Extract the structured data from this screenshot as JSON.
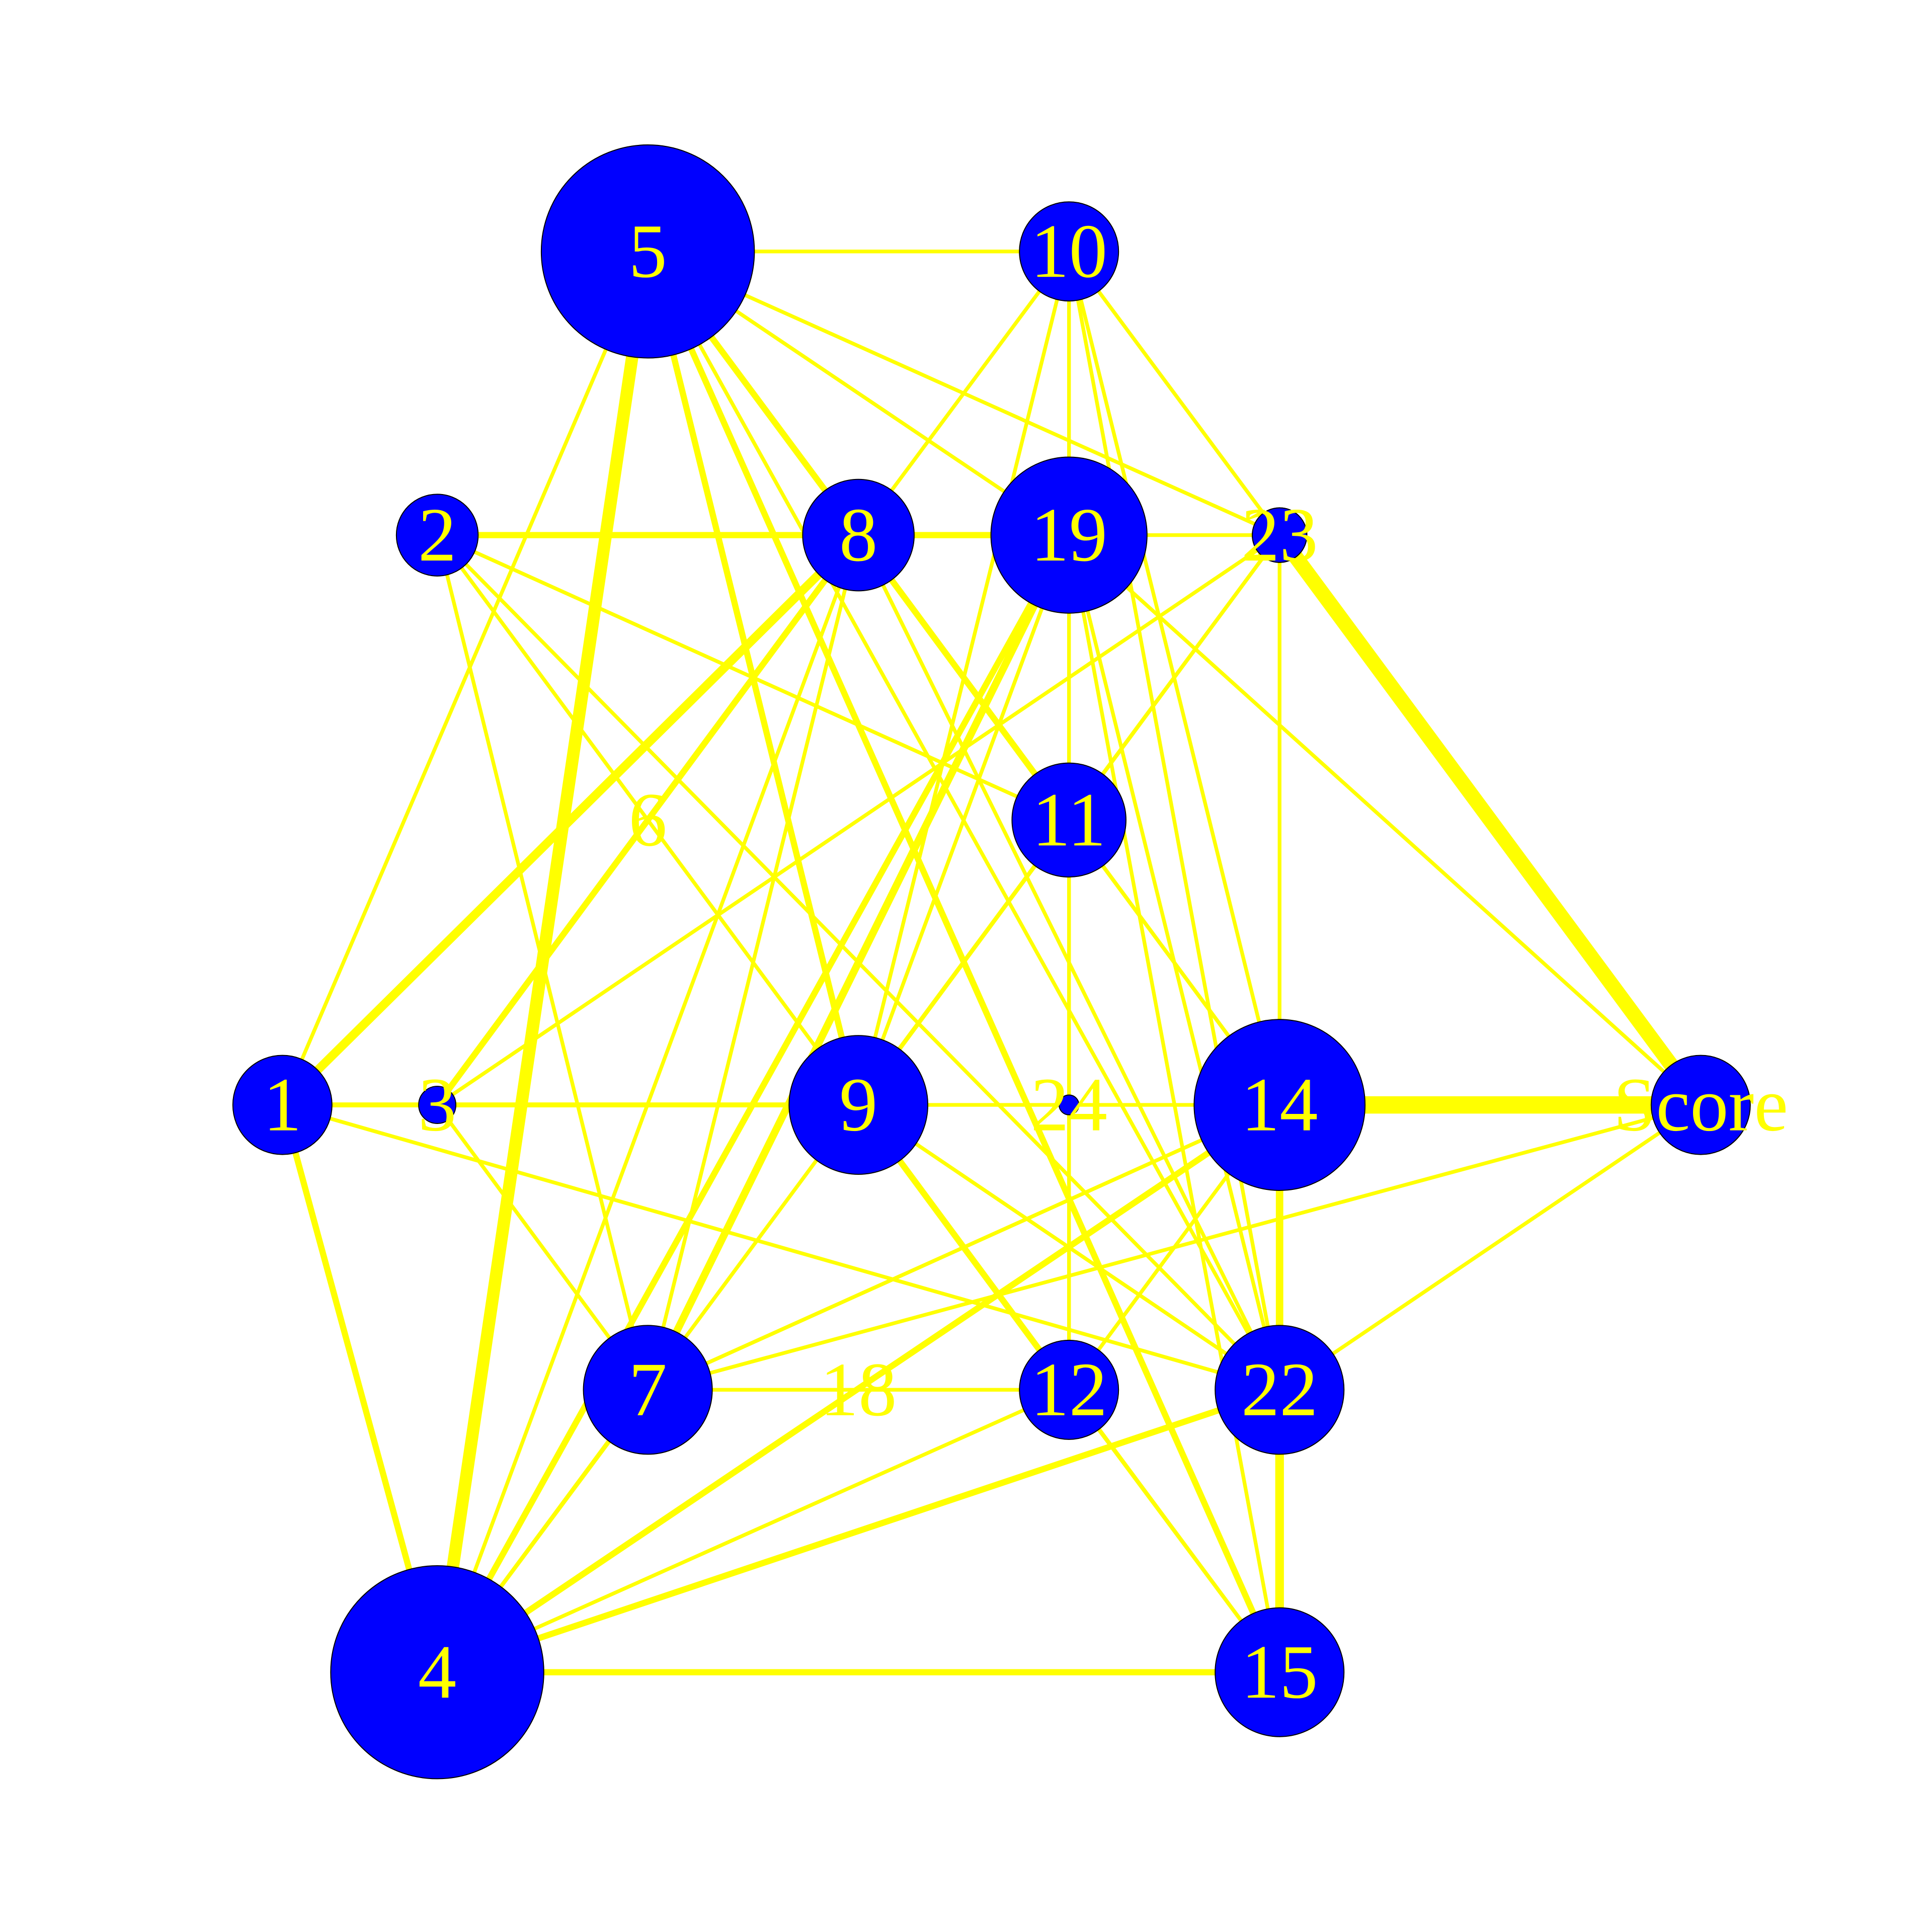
{
  "colors": {
    "node_fill": "#0000ff",
    "edge": "#ffff00",
    "label": "#ffff00",
    "background": "#ffffff"
  },
  "graph": {
    "nodes": [
      {
        "id": "1",
        "label": "1"
      },
      {
        "id": "2",
        "label": "2"
      },
      {
        "id": "3",
        "label": "3"
      },
      {
        "id": "4",
        "label": "4"
      },
      {
        "id": "5",
        "label": "5"
      },
      {
        "id": "6",
        "label": "6"
      },
      {
        "id": "7",
        "label": "7"
      },
      {
        "id": "8",
        "label": "8"
      },
      {
        "id": "9",
        "label": "9"
      },
      {
        "id": "10",
        "label": "10"
      },
      {
        "id": "11",
        "label": "11"
      },
      {
        "id": "12",
        "label": "12"
      },
      {
        "id": "13",
        "label": "13"
      },
      {
        "id": "14",
        "label": "14"
      },
      {
        "id": "15",
        "label": "15"
      },
      {
        "id": "18",
        "label": "18"
      },
      {
        "id": "19",
        "label": "19"
      },
      {
        "id": "22",
        "label": "22"
      },
      {
        "id": "23",
        "label": "23"
      },
      {
        "id": "24",
        "label": "24"
      },
      {
        "id": "Score",
        "label": "Score"
      }
    ],
    "edges": [
      [
        "5",
        "10"
      ],
      [
        "5",
        "4"
      ],
      [
        "5",
        "1"
      ],
      [
        "5",
        "8"
      ],
      [
        "5",
        "19"
      ],
      [
        "5",
        "23"
      ],
      [
        "5",
        "9"
      ],
      [
        "5",
        "15"
      ],
      [
        "5",
        "22"
      ],
      [
        "5",
        "14"
      ],
      [
        "10",
        "19"
      ],
      [
        "10",
        "23"
      ],
      [
        "10",
        "8"
      ],
      [
        "10",
        "9"
      ],
      [
        "10",
        "22"
      ],
      [
        "10",
        "14"
      ],
      [
        "2",
        "8"
      ],
      [
        "2",
        "11"
      ],
      [
        "2",
        "22"
      ],
      [
        "2",
        "7"
      ],
      [
        "2",
        "9"
      ],
      [
        "8",
        "19"
      ],
      [
        "8",
        "11"
      ],
      [
        "8",
        "1"
      ],
      [
        "8",
        "3"
      ],
      [
        "8",
        "7"
      ],
      [
        "8",
        "4"
      ],
      [
        "8",
        "22"
      ],
      [
        "19",
        "23"
      ],
      [
        "19",
        "7"
      ],
      [
        "19",
        "4"
      ],
      [
        "19",
        "22"
      ],
      [
        "19",
        "12"
      ],
      [
        "19",
        "9"
      ],
      [
        "19",
        "Score"
      ],
      [
        "19",
        "15"
      ],
      [
        "23",
        "Score"
      ],
      [
        "23",
        "14"
      ],
      [
        "23",
        "3"
      ],
      [
        "23",
        "4"
      ],
      [
        "23",
        "9"
      ],
      [
        "11",
        "9"
      ],
      [
        "11",
        "14"
      ],
      [
        "11",
        "12"
      ],
      [
        "1",
        "3"
      ],
      [
        "1",
        "9"
      ],
      [
        "1",
        "4"
      ],
      [
        "1",
        "22"
      ],
      [
        "3",
        "9"
      ],
      [
        "3",
        "7"
      ],
      [
        "9",
        "14"
      ],
      [
        "9",
        "12"
      ],
      [
        "9",
        "15"
      ],
      [
        "9",
        "22"
      ],
      [
        "14",
        "Score"
      ],
      [
        "14",
        "22"
      ],
      [
        "14",
        "4"
      ],
      [
        "14",
        "7"
      ],
      [
        "14",
        "15"
      ],
      [
        "14",
        "12"
      ],
      [
        "Score",
        "7"
      ],
      [
        "Score",
        "22"
      ],
      [
        "7",
        "12"
      ],
      [
        "7",
        "14"
      ],
      [
        "22",
        "15"
      ],
      [
        "22",
        "4"
      ],
      [
        "4",
        "15"
      ],
      [
        "4",
        "12"
      ],
      [
        "4",
        "7"
      ],
      [
        "12",
        "15"
      ]
    ]
  }
}
